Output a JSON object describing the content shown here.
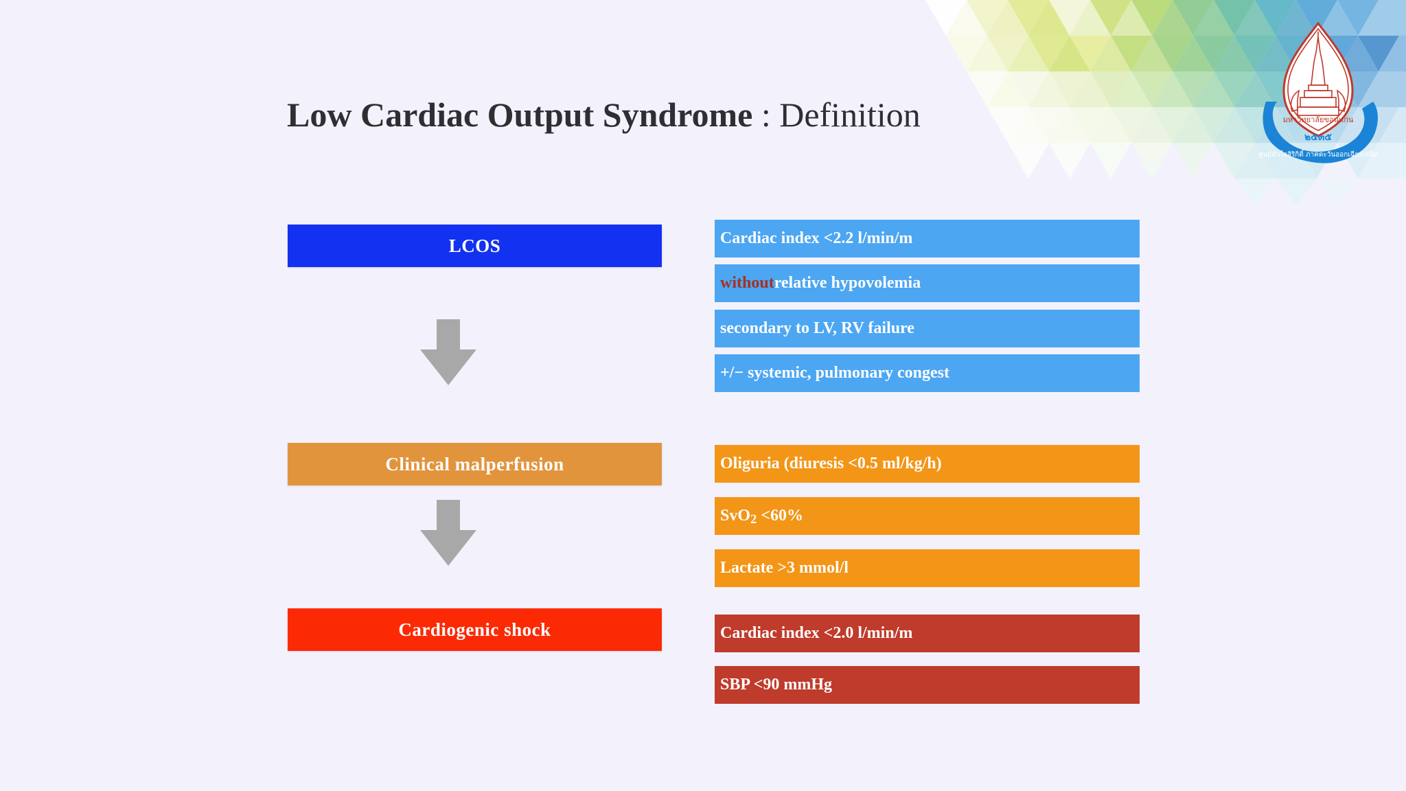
{
  "slide": {
    "background_color": "#f3f2fc",
    "title": {
      "main": "Low Cardiac Output Syndrome",
      "separator": " : ",
      "subtitle": "Definition"
    },
    "emblem": {
      "name": "khon-kaen-university-emblem",
      "institution_thai": "มหาวิทยาลัยขอนแก่น",
      "year_thai": "๒๕๓๕",
      "banner_thai": "ศูนย์หัวใจสิริกิติ์ ภาคตะวันออกเฉียงเหนือ",
      "mark_color": "#c0392b",
      "banner_color": "#1b84d6"
    }
  },
  "flow": {
    "stages": [
      {
        "label": "LCOS",
        "color": "#1331f0"
      },
      {
        "label": "Clinical malperfusion",
        "color": "#e2943d"
      },
      {
        "label": "Cardiogenic shock",
        "color": "#fb2a05"
      }
    ],
    "arrow_color": "#a8a8a8"
  },
  "criteria": {
    "groups": [
      {
        "stage": "LCOS",
        "color": "#4ca6f2",
        "items": [
          {
            "text": "Cardiac index <2.2 l/min/m",
            "highlight": ""
          },
          {
            "text": " relative hypovolemia",
            "highlight": "without"
          },
          {
            "text": "secondary to LV, RV failure",
            "highlight": ""
          },
          {
            "text": "+/− systemic, pulmonary congest",
            "highlight": ""
          }
        ]
      },
      {
        "stage": "Clinical malperfusion",
        "color": "#f39517",
        "items": [
          {
            "text": "Oliguria (diuresis <0.5 ml/kg/h)",
            "highlight": ""
          },
          {
            "text": "SvO2 <60%",
            "highlight": "",
            "subscript": "2"
          },
          {
            "text": "Lactate >3 mmol/l",
            "highlight": ""
          }
        ]
      },
      {
        "stage": "Cardiogenic shock",
        "color": "#bf3b2b",
        "items": [
          {
            "text": "Cardiac index <2.0 l/min/m",
            "highlight": ""
          },
          {
            "text": "SBP <90 mmHg",
            "highlight": ""
          }
        ]
      }
    ],
    "highlight_color": "#a33125"
  }
}
